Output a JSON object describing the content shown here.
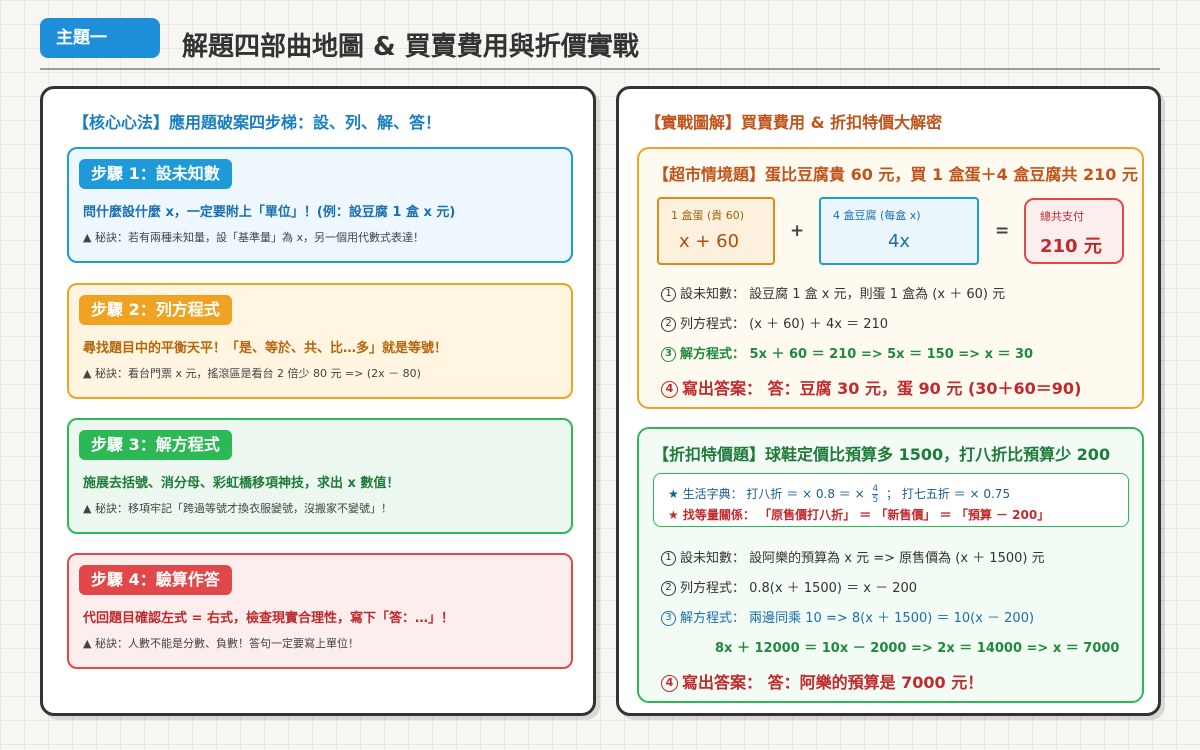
{
  "header": {
    "tag": "主題一",
    "title": "解題四部曲地圖 & 買賣費用與折價實戰"
  },
  "left": {
    "heading": "【核心心法】應用題破案四步梯：設、列、解、答！",
    "steps": [
      {
        "badge": "步驟 1：設未知數",
        "main": "問什麼設什麼 x，一定要附上「單位」！(例：設豆腐 1 盒 x 元)",
        "tip": "▲ 秘訣：若有兩種未知量，設「基準量」為 x，另一個用代數式表達！"
      },
      {
        "badge": "步驟 2：列方程式",
        "main": "尋找題目中的平衡天平！「是、等於、共、比…多」就是等號！",
        "tip": "▲ 秘訣：看台門票 x 元，搖滾區是看台 2 倍少 80 元 => (2x － 80)"
      },
      {
        "badge": "步驟 3：解方程式",
        "main": "施展去括號、消分母、彩虹橋移項神技，求出 x 數值！",
        "tip": "▲ 秘訣：移項牢記「跨過等號才換衣服變號，沒搬家不變號」！"
      },
      {
        "badge": "步驟 4：驗算作答",
        "main": "代回題目確認左式 = 右式，檢查現實合理性，寫下「答：…」！",
        "tip": "▲ 秘訣：人數不能是分數、負數！答句一定要寫上單位！"
      }
    ]
  },
  "right": {
    "heading": "【實戰圖解】買賣費用 & 折扣特價大解密",
    "market": {
      "title": "【超市情境題】蛋比豆腐貴 60 元，買 1 盒蛋＋4 盒豆腐共 210 元",
      "egg_caption": "1 盒蛋 (貴 60)",
      "egg_value": "x + 60",
      "tofu_caption": "4 盒豆腐 (每盒 x)",
      "tofu_value": "4x",
      "total_caption": "總共支付",
      "total_value": "210 元",
      "plus": "+",
      "equals": "=",
      "rows": [
        {
          "n": "1",
          "text": "設未知數： 設豆腐 1 盒 x 元，則蛋 1 盒為 (x ＋ 60) 元"
        },
        {
          "n": "2",
          "text": "列方程式： (x ＋ 60) ＋ 4x ＝ 210"
        },
        {
          "n": "3",
          "text": "解方程式： 5x ＋ 60 ＝ 210 => 5x ＝ 150 => x ＝ 30"
        },
        {
          "n": "4",
          "text": "寫出答案： 答：豆腐 30 元，蛋 90 元 (30＋60＝90)"
        }
      ]
    },
    "discount": {
      "title": "【折扣特價題】球鞋定價比預算多 1500，打八折比預算少 200",
      "tip1_prefix": "★ 生活字典： 打八折 ＝ × 0.8 ＝ ×",
      "tip1_num": "4",
      "tip1_den": "5",
      "tip1_suffix": "； 打七五折 ＝ × 0.75",
      "tip2": "★ 找等量關係： 「原售價打八折」 ＝ 「新售價」 ＝ 「預算 － 200」",
      "rows": [
        {
          "n": "1",
          "text": "設未知數： 設阿樂的預算為 x 元 => 原售價為 (x ＋ 1500) 元"
        },
        {
          "n": "2",
          "text": "列方程式： 0.8(x ＋ 1500) ＝ x － 200"
        },
        {
          "n": "3",
          "text": "解方程式： 兩邊同乘 10 => 8(x ＋ 1500) ＝ 10(x － 200)"
        },
        {
          "text": "8x ＋ 12000 ＝ 10x － 2000 => 2x ＝ 14000 => x ＝ 7000"
        },
        {
          "n": "4",
          "text": "寫出答案： 答：阿樂的預算是 7000 元！"
        }
      ]
    }
  }
}
